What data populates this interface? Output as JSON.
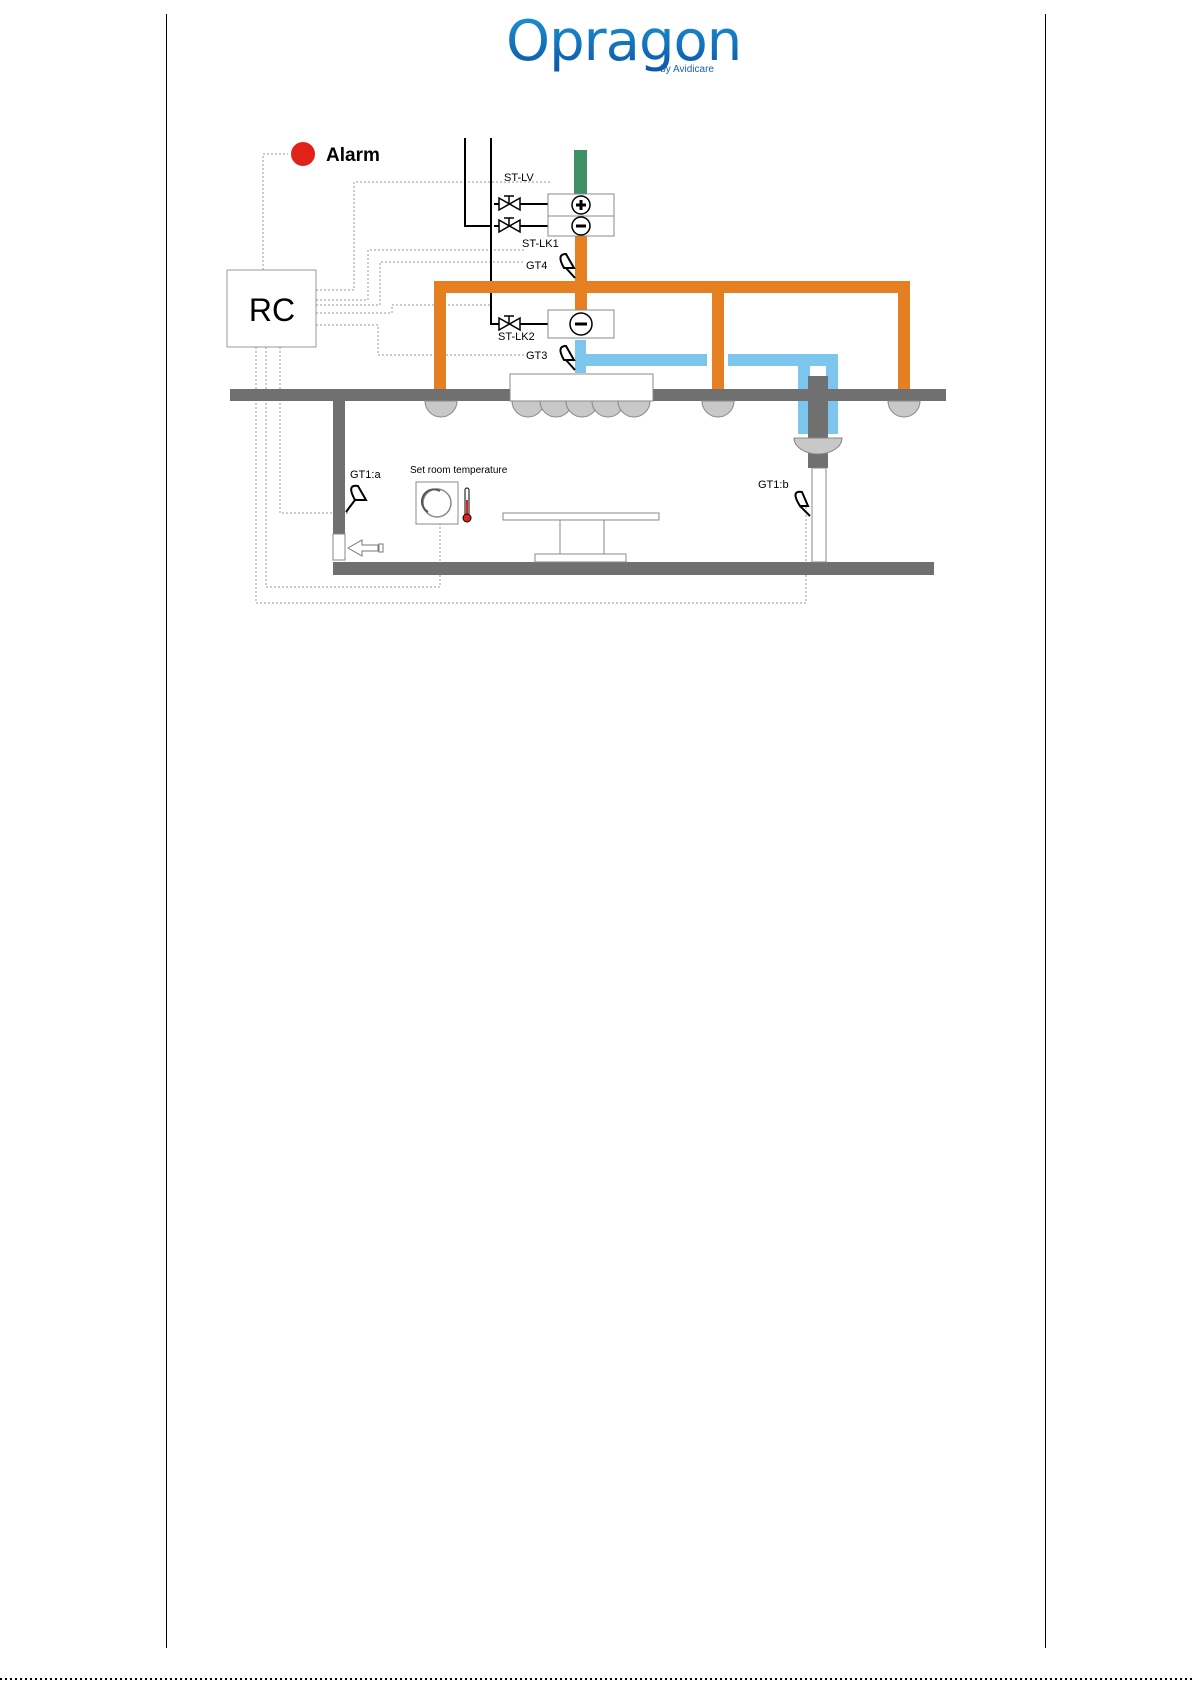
{
  "logo": {
    "main": "Opragon",
    "sub": "by Avidicare"
  },
  "labels": {
    "alarm": "Alarm",
    "rc": "RC",
    "st_lv": "ST-LV",
    "st_lk1": "ST-LK1",
    "st_lk2": "ST-LK2",
    "gt4": "GT4",
    "gt3": "GT3",
    "gt1a": "GT1:a",
    "gt1b": "GT1:b",
    "set_room_temp": "Set room temperature"
  },
  "colors": {
    "alarm": "#e0221b",
    "supply_duct": "#e67e22",
    "cool_pipe": "#7cc6ee",
    "hot_pipe": "#3f8f66",
    "structure": "#707070",
    "control": "#aaaaaa"
  }
}
